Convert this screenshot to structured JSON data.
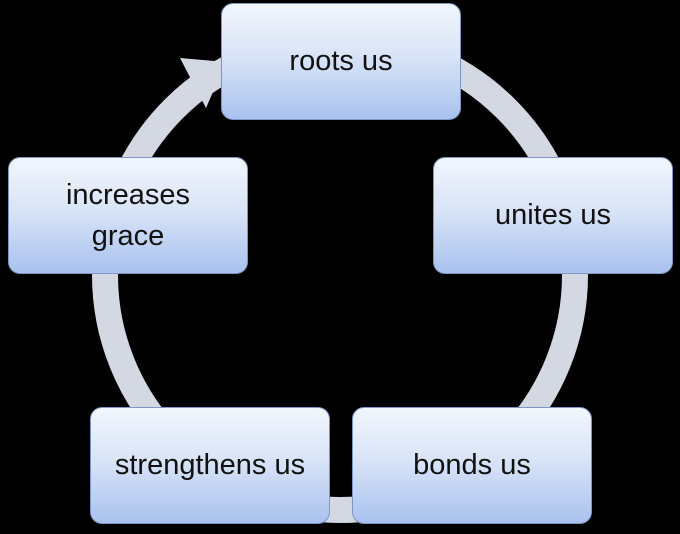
{
  "diagram": {
    "type": "cycle",
    "colors": {
      "background": "#000000",
      "ring": "#d4d8e2",
      "node_border": "#7d97c4",
      "node_top": "#f2f6fd",
      "node_bottom": "#a9c2ee",
      "text": "#111111"
    },
    "nodes": [
      {
        "id": "roots",
        "label": "roots us"
      },
      {
        "id": "unites",
        "label": "unites us"
      },
      {
        "id": "bonds",
        "label": "bonds us"
      },
      {
        "id": "strengthens",
        "label": "strengthens us"
      },
      {
        "id": "increases",
        "label": "increases grace"
      }
    ],
    "direction": "clockwise"
  }
}
